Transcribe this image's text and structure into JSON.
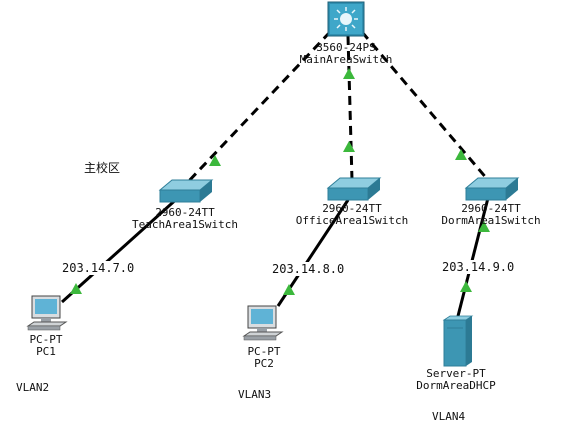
{
  "devices": {
    "core": {
      "model": "3560-24PS",
      "name": "MainAreaSwitch"
    },
    "sw_teach": {
      "model": "2960-24TT",
      "name": "TeachArea1Switch"
    },
    "sw_office": {
      "model": "2960-24TT",
      "name": "OfficeArea1Switch"
    },
    "sw_dorm": {
      "model": "2960-24TT",
      "name": "DormArea1Switch"
    },
    "pc1": {
      "model": "PC-PT",
      "name": "PC1"
    },
    "pc2": {
      "model": "PC-PT",
      "name": "PC2"
    },
    "server": {
      "model": "Server-PT",
      "name": "DormAreaDHCP"
    }
  },
  "networks": {
    "teach": "203.14.7.0",
    "office": "203.14.8.0",
    "dorm": "203.14.9.0"
  },
  "area_label": "主校区",
  "vlans": {
    "v2": "VLAN2",
    "v3": "VLAN3",
    "v4": "VLAN4"
  },
  "colors": {
    "link": "#000000",
    "port_up": "#3cb83c",
    "switch": "#3d96b3",
    "router_core": "#2f8fb0"
  }
}
